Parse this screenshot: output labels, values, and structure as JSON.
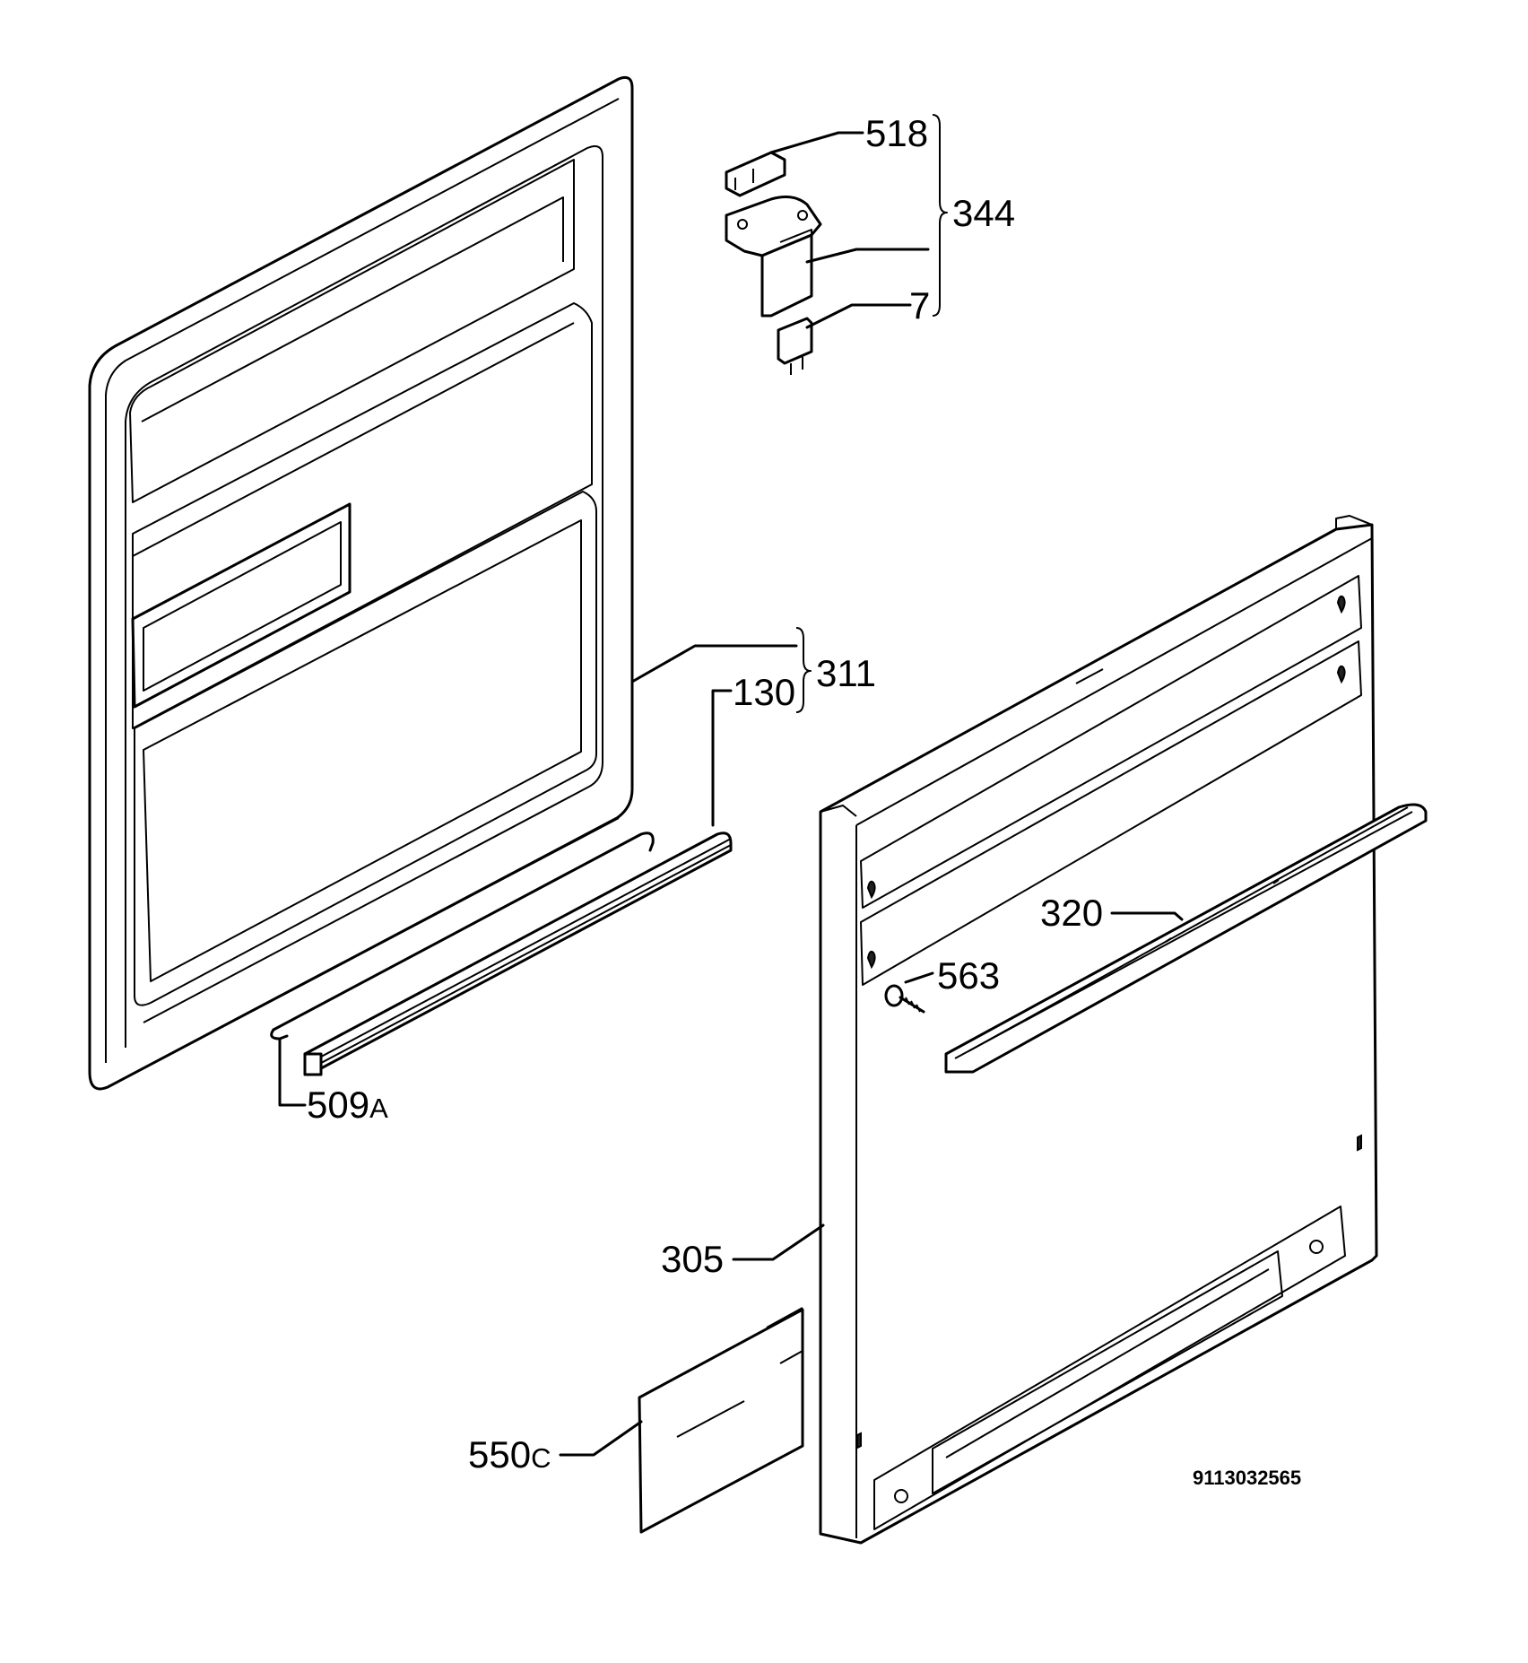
{
  "callouts": {
    "c518": "518",
    "c344": "344",
    "c7": "7",
    "c311": "311",
    "c130": "130",
    "c320": "320",
    "c563": "563",
    "c509": "509",
    "c509s": "A",
    "c305": "305",
    "c550": "550",
    "c550s": "C"
  },
  "drawing_code": "9113032565"
}
